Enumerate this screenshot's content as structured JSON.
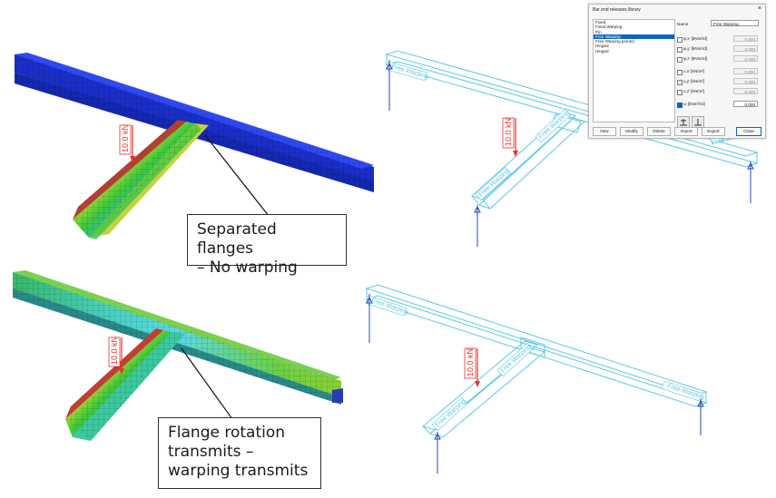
{
  "callouts": {
    "top": [
      "Separated flanges",
      "– No warping"
    ],
    "bottom": [
      "Flange rotation",
      "transmits –",
      "warping transmits"
    ]
  },
  "load_label": "10.0 kN",
  "release_label": "Free Warping",
  "colors": {
    "beam_blue": "#1230d8",
    "wire": "#5bc8e8",
    "load_red": "#e8322c",
    "support_blue": "#2a4ab0",
    "selected": "#0a64c8"
  },
  "dialog": {
    "title": "Bar end releases library",
    "close_glyph": "×",
    "list": [
      "Fixed",
      "Fixed Warping",
      "Pin",
      "Free Warping",
      "Free Warping pinned",
      "Hinged",
      "Hinged"
    ],
    "selected_index": 3,
    "name_label": "Name",
    "name_value": "Free Warping",
    "params": [
      {
        "label": "φ,x' [kNm/rd]",
        "value": "0.000",
        "checked": false
      },
      {
        "label": "φ,y' [kNm/rd]",
        "value": "0.000",
        "checked": false
      },
      {
        "label": "φ,z' [kNm/rd]",
        "value": "0.000",
        "checked": false
      },
      {
        "label": "u,x' [kN/m²]",
        "value": "0.000",
        "checked": false
      },
      {
        "label": "u,y' [kN/m²]",
        "value": "0.000",
        "checked": false
      },
      {
        "label": "u,z' [kN/m²]",
        "value": "0.000",
        "checked": false
      },
      {
        "label": "ω [kNm³/rd]",
        "value": "0.000",
        "checked": true
      }
    ],
    "buttons": {
      "new": "New",
      "modify": "Modify",
      "delete": "Delete",
      "import": "Import",
      "export": "Export",
      "close": "Close"
    }
  }
}
